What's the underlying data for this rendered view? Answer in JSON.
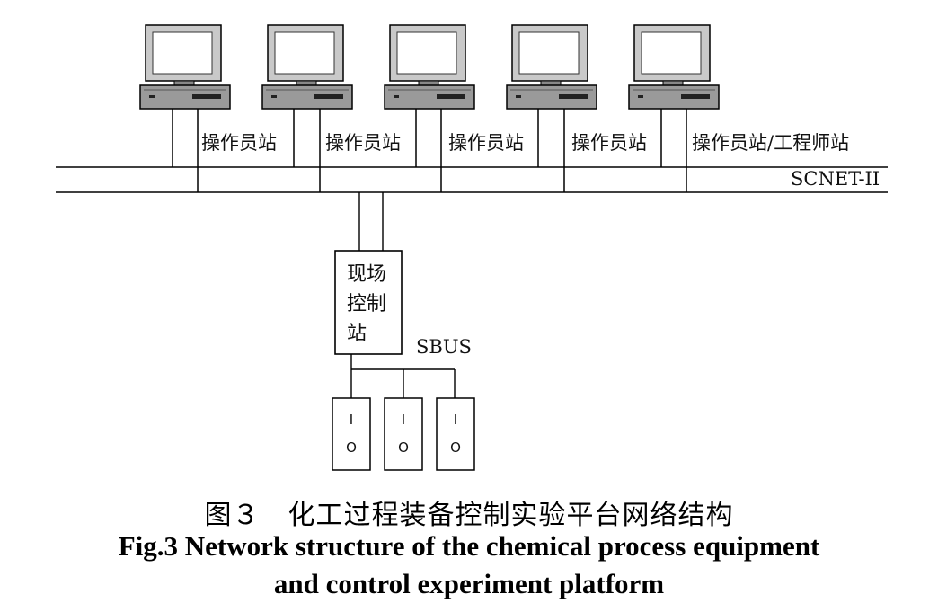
{
  "stations": [
    {
      "label": "操作员站"
    },
    {
      "label": "操作员站"
    },
    {
      "label": "操作员站"
    },
    {
      "label": "操作员站"
    },
    {
      "label": "操作员站/工程师站"
    }
  ],
  "network_label": "SCNET-II",
  "control_station": {
    "lines": [
      "现场",
      "控制",
      "站"
    ]
  },
  "bus_label": "SBUS",
  "io_modules": [
    {
      "top": "I",
      "bottom": "O"
    },
    {
      "top": "I",
      "bottom": "O"
    },
    {
      "top": "I",
      "bottom": "O"
    }
  ],
  "caption": {
    "cn": "图３　化工过程装备控制实验平台网络结构",
    "en_line1": "Fig.3 Network structure of the chemical process equipment",
    "en_line2": "and control experiment platform"
  }
}
